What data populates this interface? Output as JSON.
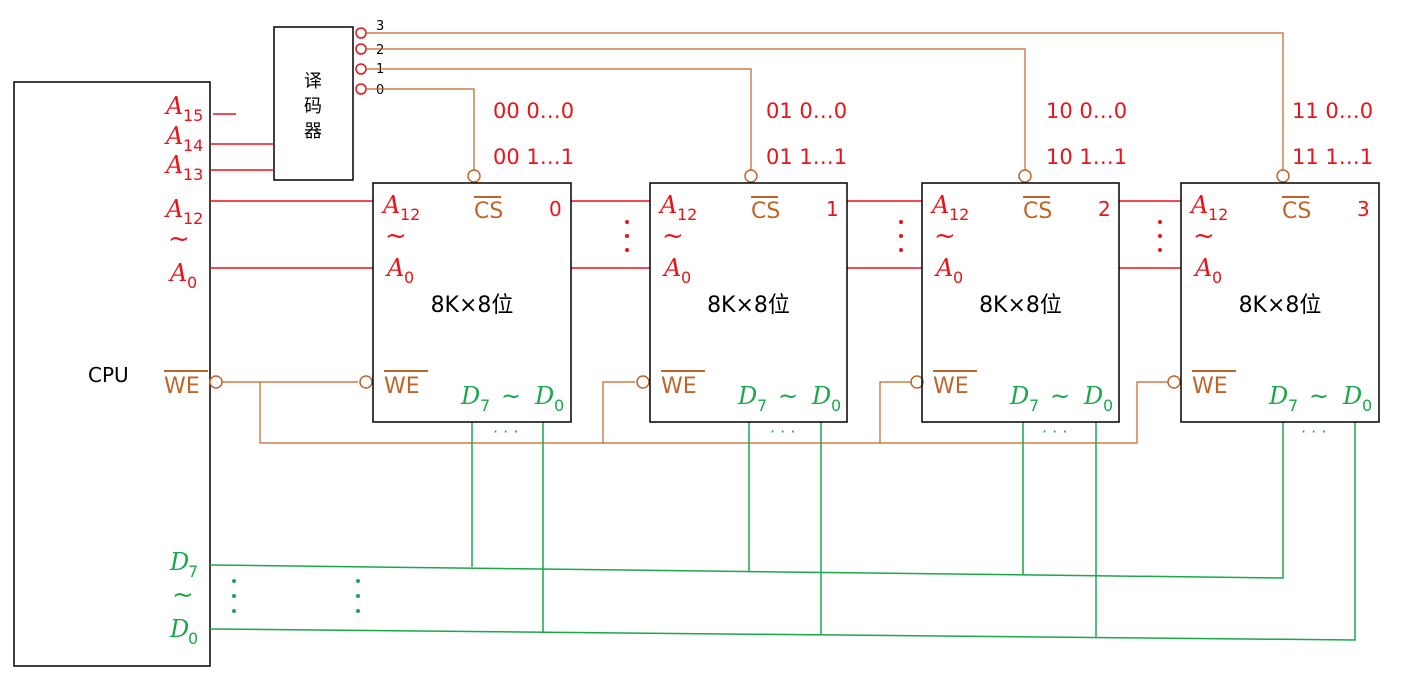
{
  "cpu": {
    "label": "CPU",
    "pins": {
      "a15": "15",
      "a14": "14",
      "a13": "13",
      "a12": "12",
      "a0": "0",
      "we": "WE",
      "d7": "7",
      "d0": "0"
    },
    "letter_a": "A",
    "letter_d": "D",
    "tilde": "~"
  },
  "decoder": {
    "label_lines": [
      "译",
      "码",
      "器"
    ],
    "outputs": [
      "3",
      "2",
      "1",
      "0"
    ]
  },
  "chips": [
    {
      "index": "0",
      "label": "8K×8位",
      "addr_start": "00 0…0",
      "addr_end": "00 1…1"
    },
    {
      "index": "1",
      "label": "8K×8位",
      "addr_start": "01 0…0",
      "addr_end": "01 1…1"
    },
    {
      "index": "2",
      "label": "8K×8位",
      "addr_start": "10 0…0",
      "addr_end": "10 1…1"
    },
    {
      "index": "3",
      "label": "8K×8位",
      "addr_start": "11 0…0",
      "addr_end": "11 1…1"
    }
  ],
  "chip_pins": {
    "cs": "CS",
    "we": "WE",
    "a_hi": "12",
    "a_lo": "0",
    "data": "D",
    "d_hi": "7",
    "d_lo": "0",
    "tilde": "~",
    "ellipsis": "· · ·"
  },
  "colors": {
    "address": "#e8141a",
    "control": "#c0652a",
    "data": "#1aa84a",
    "outline": "#000000"
  }
}
